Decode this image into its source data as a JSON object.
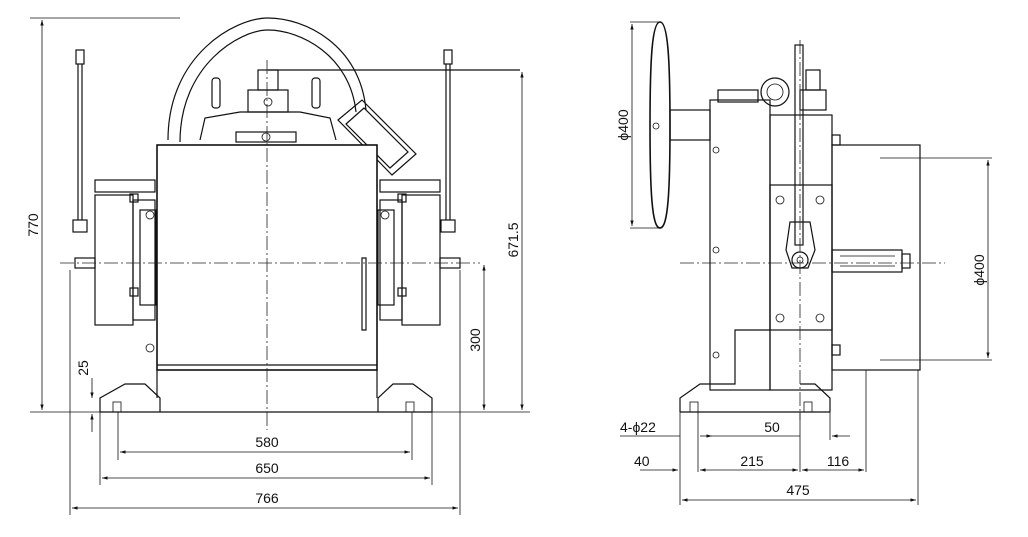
{
  "front_view": {
    "dims": {
      "height_total": "770",
      "height_axis": "671.5",
      "axis_height": "300",
      "base_thickness": "25",
      "bolt_spacing": "580",
      "base_length": "650",
      "overall_width": "766"
    }
  },
  "side_view": {
    "dims": {
      "handwheel_dia": "ϕ400",
      "drum_dia": "ϕ400",
      "holes": "4-ϕ22",
      "edge_40": "40",
      "bolt_spacing_215": "215",
      "offset_50": "50",
      "offset_116": "116",
      "overall_475": "475"
    }
  }
}
